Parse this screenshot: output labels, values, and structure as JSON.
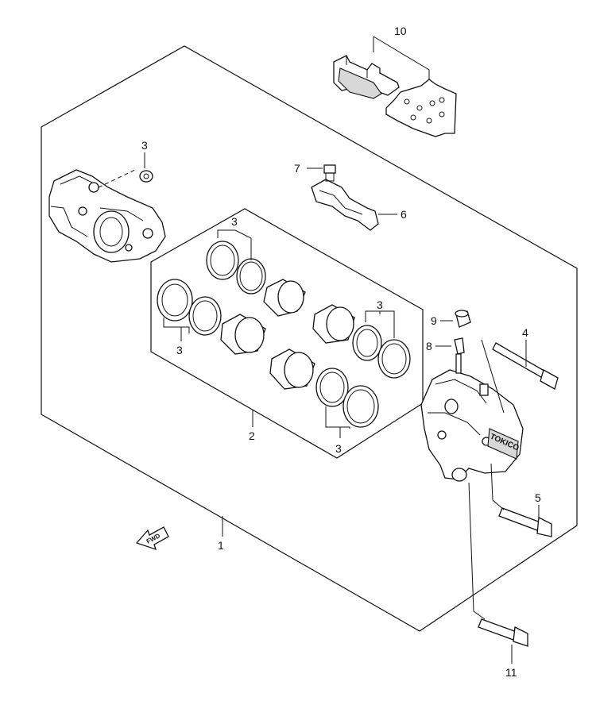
{
  "callouts": {
    "c1": "1",
    "c2": "2",
    "c3a": "3",
    "c3b": "3",
    "c3c": "3",
    "c3d": "3",
    "c3e": "3",
    "c4": "4",
    "c5": "5",
    "c6": "6",
    "c7": "7",
    "c8": "8",
    "c9": "9",
    "c10": "10",
    "c11": "11"
  },
  "direction_arrow": {
    "label": "FWD"
  },
  "caliper_brand": "TOKICO",
  "icons": [
    "forward-arrow-icon"
  ]
}
